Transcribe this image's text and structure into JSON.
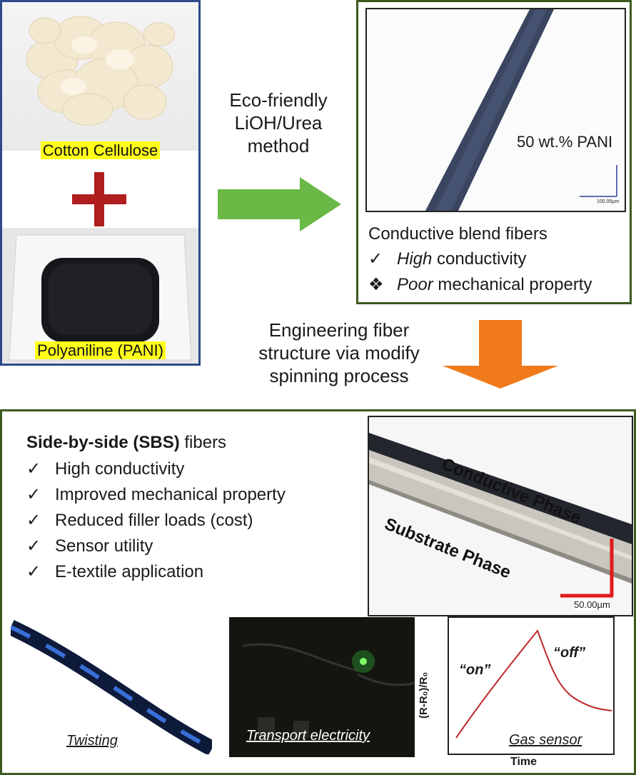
{
  "materials": {
    "cotton_label": "Cotton Cellulose",
    "plus_symbol": "+",
    "pani_label": "Polyaniline (PANI)"
  },
  "method": {
    "lines": [
      "Eco-friendly",
      "LiOH/Urea",
      "method"
    ]
  },
  "blend": {
    "micro_label": "50 wt.% PANI",
    "scale_label": "100.00µm",
    "title": "Conductive blend fibers",
    "pros": [
      {
        "marker": "✓",
        "emph": "High",
        "rest": " conductivity"
      },
      {
        "marker": "❖",
        "emph": "Poor",
        "rest": " mechanical property"
      }
    ]
  },
  "engineering": {
    "lines": [
      "Engineering fiber",
      "structure via modify",
      "spinning process"
    ]
  },
  "sbs": {
    "title_bold": "Side-by-side (SBS)",
    "title_rest": " fibers",
    "items": [
      "High conductivity",
      "Improved mechanical property",
      "Reduced filler loads (cost)",
      "Sensor utility",
      "E-textile application"
    ],
    "check_marker": "✓",
    "micro_phase_top": "Conductive Phase",
    "micro_phase_bottom": "Substrate Phase",
    "micro_scale_label": "50.00µm"
  },
  "applications": {
    "twisting": "Twisting",
    "transport": "Transport electricity",
    "gas": "Gas sensor"
  },
  "gas_chart": {
    "ylabel": "(R-R₀)/R₀",
    "xlabel": "Time",
    "on_label": "“on”",
    "off_label": "“off”"
  },
  "colors": {
    "blue_frame": "#2e4a8a",
    "green_frame": "#3c5a1e",
    "highlight": "#ffff1a",
    "plus_red": "#b01e1e",
    "arrow_green": "#6ab845",
    "arrow_orange": "#f07a1a",
    "curve_red": "#c0282a",
    "scale_red": "#e01a1a"
  }
}
